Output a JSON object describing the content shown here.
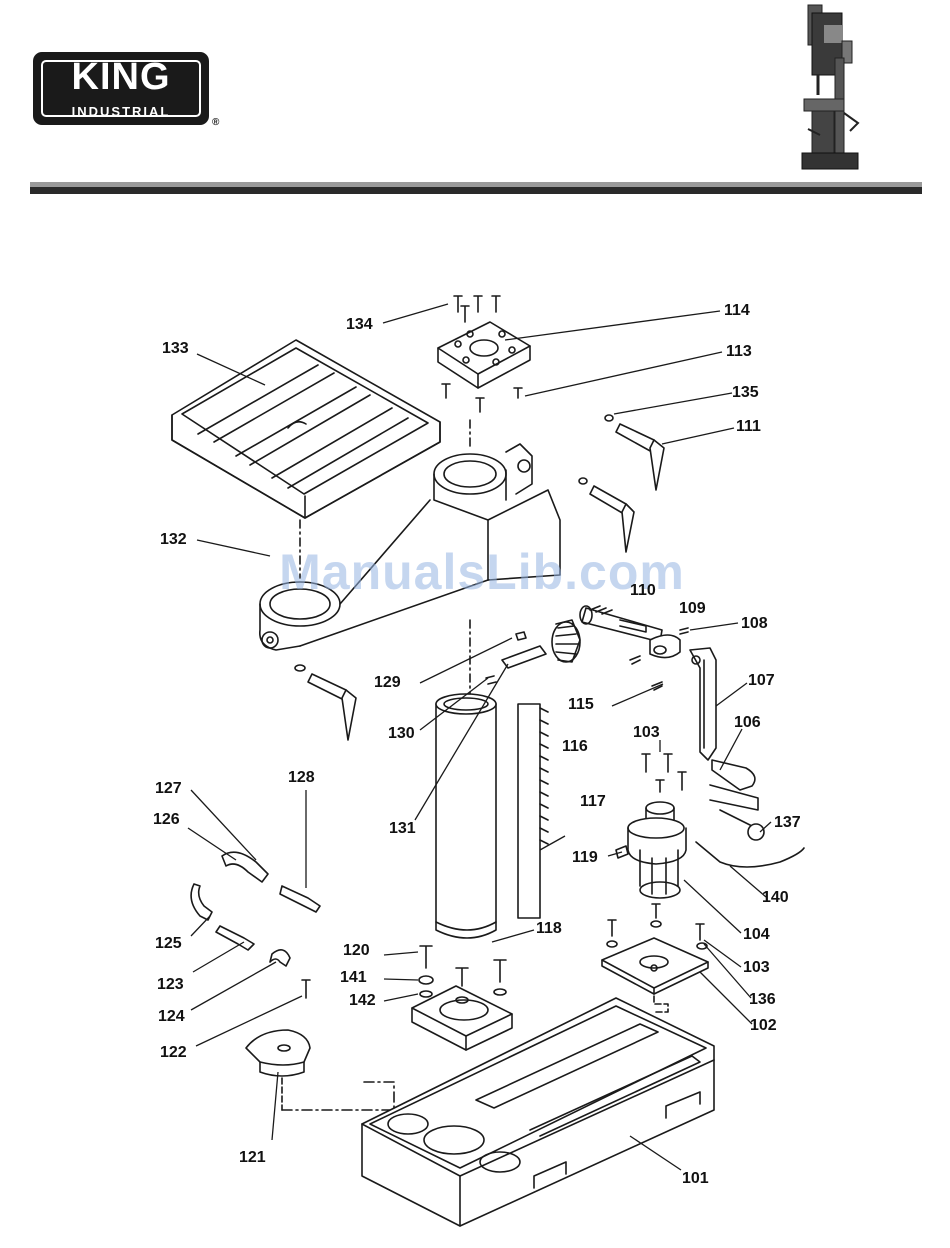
{
  "brand": {
    "word": "KING",
    "sub": "INDUSTRIAL",
    "registered": "®"
  },
  "watermark": "ManualsLib.com",
  "colors": {
    "ink": "#111111",
    "rule_dark": "#2a2a2a",
    "rule_light": "#9a9a9a",
    "watermark": "#96b4e1"
  },
  "part_labels": {
    "p101": "101",
    "p102": "102",
    "p103a": "103",
    "p103b": "103",
    "p104": "104",
    "p106": "106",
    "p107": "107",
    "p108": "108",
    "p109": "109",
    "p110": "110",
    "p111": "111",
    "p113": "113",
    "p114": "114",
    "p115": "115",
    "p116": "116",
    "p117": "117",
    "p118": "118",
    "p119": "119",
    "p120": "120",
    "p121": "121",
    "p122": "122",
    "p123": "123",
    "p124": "124",
    "p125": "125",
    "p126": "126",
    "p127": "127",
    "p128": "128",
    "p129": "129",
    "p130": "130",
    "p131": "131",
    "p132": "132",
    "p133": "133",
    "p134": "134",
    "p135": "135",
    "p136": "136",
    "p137": "137",
    "p140": "140",
    "p141": "141",
    "p142": "142"
  }
}
